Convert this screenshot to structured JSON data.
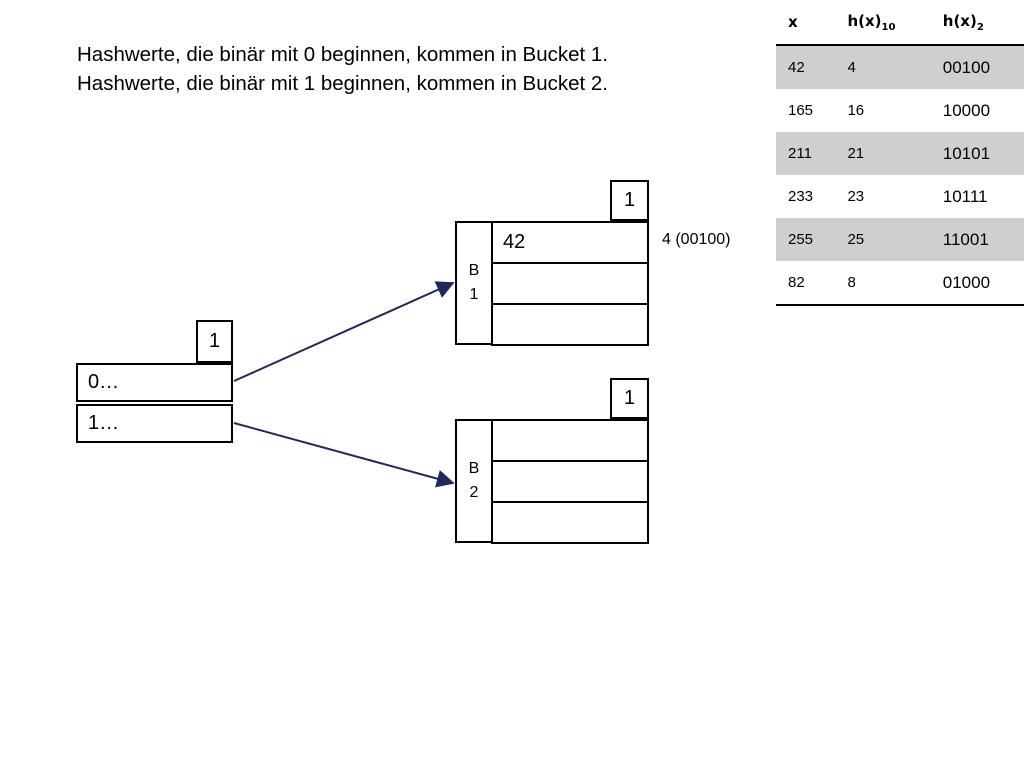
{
  "intro": {
    "line1": "Hashwerte, die binär mit 0 beginnen, kommen in Bucket 1.",
    "line2": "Hashwerte, die binär mit 1 beginnen, kommen in Bucket 2."
  },
  "directory": {
    "global_depth": "1",
    "entries": [
      "0…",
      "1…"
    ]
  },
  "buckets": [
    {
      "label_letter": "B",
      "label_number": "1",
      "local_depth": "1",
      "slots": [
        "42",
        "",
        ""
      ]
    },
    {
      "label_letter": "B",
      "label_number": "2",
      "local_depth": "1",
      "slots": [
        "",
        "",
        ""
      ]
    }
  ],
  "hash_note": "4 (00100)",
  "table": {
    "headers": {
      "x": "x",
      "h10_base": "h(x)",
      "h10_sub": "10",
      "h2_base": "h(x)",
      "h2_sub": "2"
    },
    "rows": [
      {
        "x": "42",
        "h10": "4",
        "h2": "00100"
      },
      {
        "x": "165",
        "h10": "16",
        "h2": "10000"
      },
      {
        "x": "211",
        "h10": "21",
        "h2": "10101"
      },
      {
        "x": "233",
        "h10": "23",
        "h2": "10111"
      },
      {
        "x": "255",
        "h10": "25",
        "h2": "11001"
      },
      {
        "x": "82",
        "h10": "8",
        "h2": "01000"
      }
    ]
  },
  "colors": {
    "arrow": "#1f2a5c",
    "row_shade": "#cfcfcf"
  }
}
